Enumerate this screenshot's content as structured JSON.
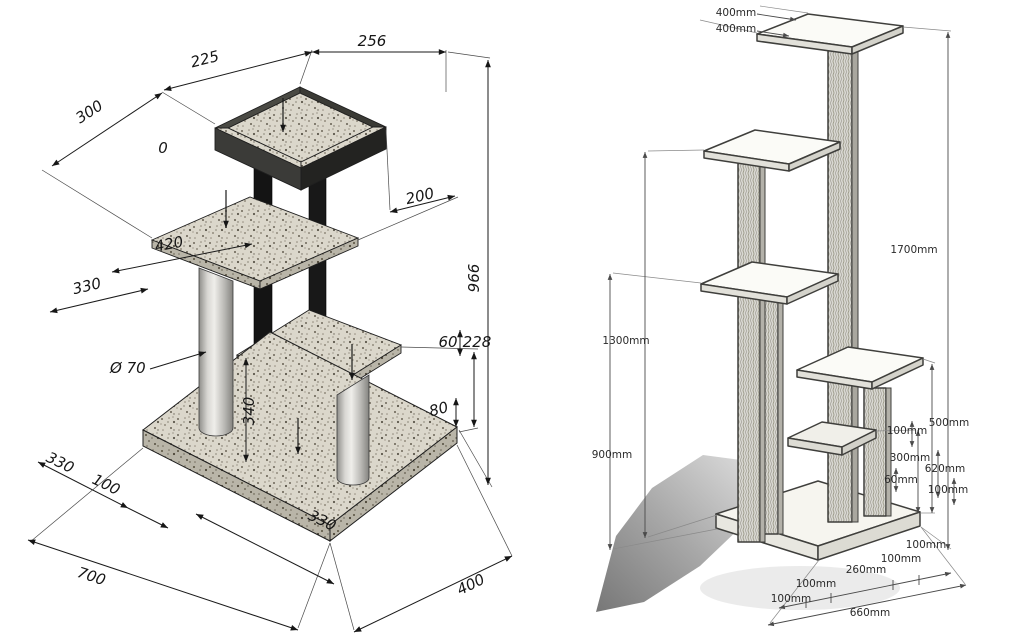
{
  "page": {
    "background": "#ffffff",
    "description": "Two cat tree construction blueprints side by side"
  },
  "left": {
    "name": "Isometric speckled cat tree blueprint",
    "dims": {
      "top_width_256": "256",
      "top_225": "225",
      "top_300": "300",
      "zero": "0",
      "tray_200": "200",
      "mid_420": "420",
      "mid_330": "330",
      "height_966": "966",
      "right_60": "60",
      "right_228": "228",
      "right_80": "80",
      "post_dia": "Ø 70",
      "center_340": "340",
      "base_330a": "330",
      "base_100": "100",
      "base_330b": "330",
      "base_700": "700",
      "base_400": "400"
    }
  },
  "right": {
    "name": "Sketch cat tower with millimetre dimensions",
    "dims": {
      "top_w": "400mm",
      "top_d": "400mm",
      "h_1700": "1700mm",
      "h_1300": "1300mm",
      "h_900": "900mm",
      "h_500": "500mm",
      "h_300": "300mm",
      "h_100a": "100mm",
      "d_620": "620mm",
      "d_60": "60mm",
      "d_100b": "100mm",
      "b_100c": "100mm",
      "b_100d": "100mm",
      "b_260": "260mm",
      "b_100e": "100mm",
      "b_100f": "100mm",
      "base_660": "660mm"
    }
  }
}
